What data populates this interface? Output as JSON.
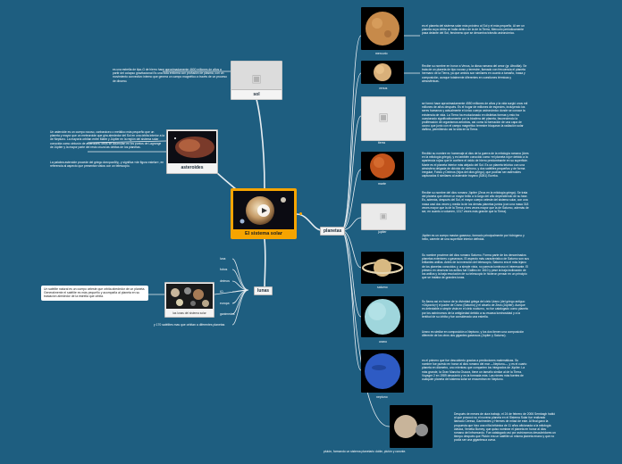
{
  "central": {
    "title": "El sistema solar"
  },
  "branches": {
    "sol": {
      "label": "sol",
      "text": "es una estrella de tipo-G de hierro hace aproximadamente 4600 millones de años a partir del colapso gravitacional Es una bola enforma con profusión de plasma, con un movimiento convectivo interno que genera un campo magnético a través de un proceso de dinamo."
    },
    "asteroides": {
      "label": "asteroides",
      "text1": "Un asteroide es un cuerpo rocoso, carbonáceo o metálico más pequeño que un planeta y mayor que un meteoroide que gira alrededor del Sol en una órbita interior a la de Neptuno. La mayoría orbitan entre Marte y Júpiter en la región del sistema solar conocida como cinturón de asteroides; otros se acumulan en los puntos de Lagrange de Júpiter y la mayor parte del resto cruza las órbitas de los planetas.",
      "text2": "La palabra asteroide procede del griego ἀστεροειδής, y significa «de figura estelar», en referencia al aspecto que presentan vistos con un telescopio."
    },
    "lunas": {
      "label": "lunas",
      "caption": "las lunas del sistema solar",
      "callout": "Un satélite natural es un cuerpo celeste que orbita alrededor de un planeta. Generalmente el satélite es más pequeño y acompaña al planeta en su traslación alrededor de la estrella que orbita.",
      "items": [
        "luna",
        "fobos",
        "deimos",
        "IO",
        "europa",
        "ganimedes",
        "y 170 satélites mas que orbitan a diferentes planetas"
      ]
    },
    "planetas": {
      "label": "planetas",
      "list": [
        {
          "name": "mercurio",
          "text": "es el planeta del sistema solar más próximo al Sol y el más pequeño. Al ser un planeta cuya órbita se halla dentro de la de la Tierra, Mercurio periódicamente pasa delante del Sol, fenómeno que se denomina tránsito astronómico."
        },
        {
          "name": "venus",
          "text": "Recibe su nombre en honor a Venus, la diosa romana del amor (gr. Afrodita). Se trata de un planeta de tipo rocoso y terrestre, llamado con frecuencia el planeta hermano de la Tierra, ya que ambos son similares en cuanto a tamaño, masa y composición, aunque totalmente diferentes en cuestiones térmicas y atmosféricas."
        },
        {
          "name": "tierra",
          "text": "se formó hace aproximadamente 4550 millones de años y la vida surgió unos mil millones de años después. Es el hogar de millones de especies, incluyendo los seres humanos y actualmente el único cuerpo astronómico donde se conoce la existencia de vida. La Tierra ha evolucionado en distintas formas y esto ha ocasionado significativamente por la biosfera del planeta, favoreciendo la proliferación de organismos aerobios, así como la formación de una capa de ozono que junto con el campo magnético terrestre bloquean la radiación solar dañina, permitiendo así la vida en la Tierra."
        },
        {
          "name": "marte",
          "text": "Recibió su nombre en homenaje al dios de la guerra de la mitología romana (Ares en la mitología griega), y es también conocido como «el planeta rojo» debido a la apariencia rojiza que le confiere el óxido de hierro predominante en su superficie. Marte es el planeta interior más alejado del Sol. Es un planeta telúrico con una atmósfera delgada de dióxido de carbono, y dos satélites pequeños y de forma irregular, Fobos y Deimos (hijos del dios griego), que podrían ser asteroides capturados 6 similares al asteroide troyano (5261) Eureka."
        },
        {
          "name": "jupiter",
          "text": "Recibe su nombre del dios romano Júpiter (Zeus en la mitología griega). Se trata del planeta que ofrece un mayor brillo a lo largo del año dependiendo de su fase. Es, además, después del Sol, el mayor cuerpo celeste del sistema solar, con una masa casi dos veces y media la de los demás planetas juntos (con una masa 318 veces mayor que la de la Tierra y tres veces mayor que la de Saturno, además de ser, en cuanto a volumen, 1317 veces más grande que la Tierra).",
          "text2": "Júpiter es un cuerpo masivo gaseoso, formado principalmente por hidrógeno y helio, carente de una superficie interior definida."
        },
        {
          "name": "saturno",
          "text": "Su nombre proviene del dios romano Saturno. Forma parte de los denominados planetas exteriores o gaseosos. El aspecto más característico de Saturno son sus brillantes anillos. Antes de la invención del telescopio, Saturno era el más lejano de los planetas conocidos y, a simple vista, no parecía luminoso ni interesante. El primero en observar los anillos fue Galileo en 1610 y pese la baja inclinación de los anillos y la baja resolución de su telescopio le hicieron pensar en un principio que se trataba de grandes lunas."
        },
        {
          "name": "urano",
          "text": "Su llama así en honor de la divinidad griega del cielo Urano (del griego antiguo «Οὐρανός») el padre de Crono (Saturno) y el abuelo de Zeus (Júpiter). Aunque es detectable a simple vista en el cielo nocturno, no fue catalogado como planeta por los astrónomos de la antigüedad debido a su escasa luminosidad y a la lentitud de su órbita y fue considerado una estrella.",
          "text2": "Urano es similar en composición a Neptuno, y los dos tienen una composición diferente de los otros dos gigantes gaseosos (Júpiter y Saturno)."
        },
        {
          "name": "neptuno",
          "text": "es el primero que fue descubierto gracias a predicciones matemáticas. Su nombre fue puesto en honor al dios romano del mar —Neptuno—, y es el cuarto planeta en diámetro, uno mientras que comparten los integrados de Júpiter. La más grande, la Gran Mancha Oscura, tiene un tamaño similar al de la Tierra. Voyager 2 en 1989 descubrió y es la formada más. Las nieves más fuertes de cualquier planeta del sistema solar se encuentran en Neptuno."
        },
        {
          "name": "plutón",
          "text": "plutón, formando un sistema planetario doble, plutón y caronte.",
          "text2": "Después de meses de dura trabajo, el 24 de febrero de 2006 Sembagh habló al que provocó su el noveno planeta en el Sistema Solar fue realizado llamado Ceresa, Ganimedes y Hermes de mitad de este. Al final ganó la propuesta que hizo una niña británica de 11 años aficionada a la mitología clásica, Venetia Burney, que quiso nombrar el planeta en honor al dios romano del inframundo. Fue catalogado así por astrónomos descubridores un tiempo después que Plutón era un satélite un misma planeta enano y que no podía ser una gigantesca curva."
        }
      ]
    }
  },
  "placeholder_icon": "camera-icon"
}
